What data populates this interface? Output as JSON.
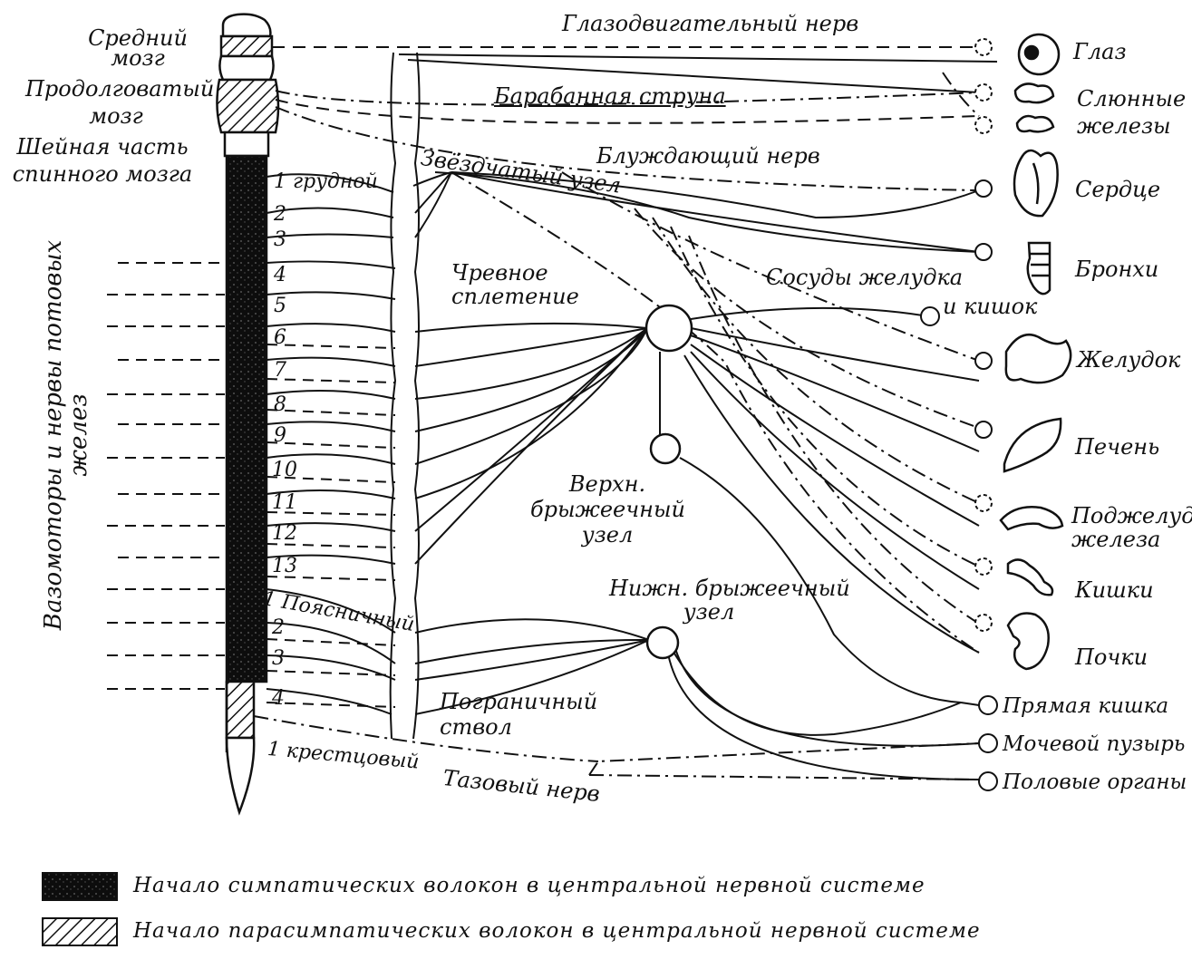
{
  "brain_labels": {
    "midbrain": [
      "Средний",
      "мозг"
    ],
    "medulla": [
      "Продолговатый",
      "мозг"
    ],
    "cervical": [
      "Шейная часть",
      "спинного мозга"
    ]
  },
  "vertical_label": [
    "Вазомоторы и нервы потовых",
    "желез"
  ],
  "nerve_labels": {
    "oculomotor": "Глазодвигательный нерв",
    "chorda": "Барабанная струна",
    "vagus": "Блуждающий нерв",
    "stellate": "Звёздчатый узел",
    "celiac": [
      "Чревное",
      "сплетение"
    ],
    "vessels": "Сосуды желудка",
    "vessels2": "и кишок",
    "sup_mesenteric": [
      "Верхн.",
      "брыжеечный",
      "узел"
    ],
    "inf_mesenteric": [
      "Нижн. брыжеечный",
      "узел"
    ],
    "trunk": [
      "Пограничный",
      "ствол"
    ],
    "pelvic": "Тазовый нерв"
  },
  "segments": {
    "thoracic": [
      "1 грудной",
      "2",
      "3",
      "4",
      "5",
      "6",
      "7",
      "8",
      "9",
      "10",
      "11",
      "12",
      "13"
    ],
    "lumbar": [
      "1 Поясничный",
      "2",
      "3",
      "4"
    ],
    "sacral": "1 крестцовый"
  },
  "organs": {
    "eye": "Глаз",
    "salivary": [
      "Слюнные",
      "железы"
    ],
    "heart": "Сердце",
    "bronchi": "Бронхи",
    "stomach": "Желудок",
    "liver": "Печень",
    "pancreas": [
      "Поджелуд.",
      "железа"
    ],
    "intestine": "Кишки",
    "kidneys": "Почки",
    "rectum": "Прямая кишка",
    "bladder": "Мочевой пузырь",
    "genitals": "Половые органы"
  },
  "legend": {
    "sympathetic": "Начало симпатических волокон в центральной нервной системе",
    "parasympathetic": "Начало парасимпатических волокон в центральной нервной системе"
  }
}
